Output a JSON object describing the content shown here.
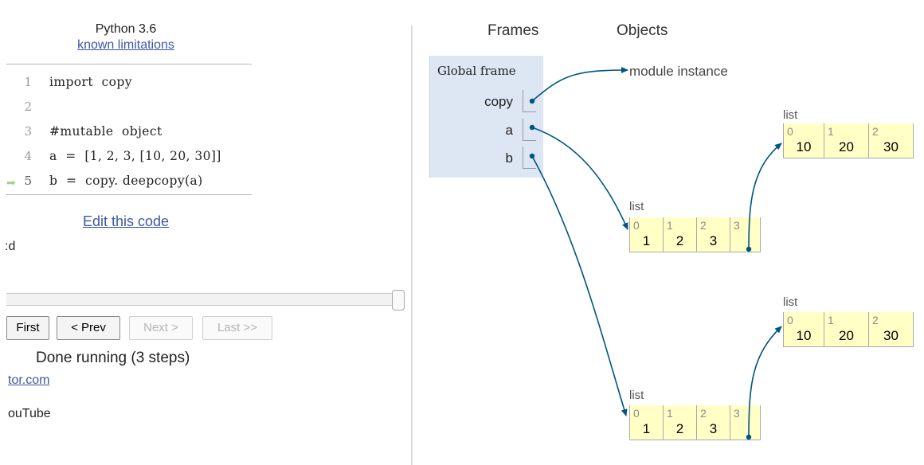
{
  "header": {
    "language": "Python 3.6",
    "limitations_link": "known limitations"
  },
  "code": {
    "lines": [
      {
        "num": "1",
        "text": "import  copy"
      },
      {
        "num": "2",
        "text": ""
      },
      {
        "num": "3",
        "text": "#mutable  object"
      },
      {
        "num": "4",
        "text": "a  =  [1, 2, 3, [10, 20, 30]]"
      },
      {
        "num": "5",
        "text": "b  =  copy. deepcopy(a)"
      }
    ],
    "current_line_arrow": "➡"
  },
  "edit_link": "Edit this code",
  "truncated_text": ":d",
  "slider": {
    "value": 1.0
  },
  "nav": {
    "first": "First",
    "prev": "< Prev",
    "next": "Next >",
    "last": "Last >>"
  },
  "status": "Done running (3 steps)",
  "site_link": "tor.com",
  "youtube_text": "ouTube",
  "viz": {
    "frames_heading": "Frames",
    "objects_heading": "Objects",
    "global_frame": {
      "title": "Global frame",
      "vars": [
        "copy",
        "a",
        "b"
      ]
    },
    "module_instance": "module instance",
    "lists": [
      {
        "label": "list",
        "indices": [
          "0",
          "1",
          "2"
        ],
        "values": [
          "10",
          "20",
          "30"
        ]
      },
      {
        "label": "list",
        "indices": [
          "0",
          "1",
          "2",
          "3"
        ],
        "values": [
          "1",
          "2",
          "3",
          ""
        ]
      },
      {
        "label": "list",
        "indices": [
          "0",
          "1",
          "2"
        ],
        "values": [
          "10",
          "20",
          "30"
        ]
      },
      {
        "label": "list",
        "indices": [
          "0",
          "1",
          "2",
          "3"
        ],
        "values": [
          "1",
          "2",
          "3",
          ""
        ]
      }
    ],
    "colors": {
      "arrow": "#005583",
      "frame_bg": "#dde6f3",
      "list_bg": "#ffffc6",
      "link": "#3d58a2",
      "current_line_arrow": "#a6d38f"
    }
  }
}
